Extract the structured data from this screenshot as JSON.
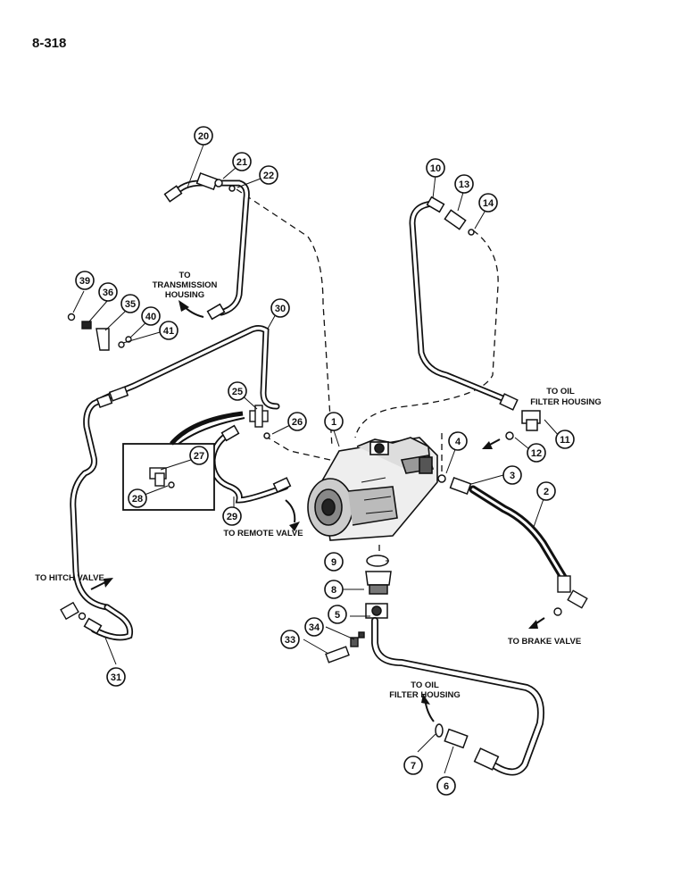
{
  "page": {
    "number": "8-318"
  },
  "destinations": {
    "transmission": [
      "TO",
      "TRANSMISSION",
      "HOUSING"
    ],
    "oil_filter_upper": [
      "TO OIL",
      "FILTER HOUSING"
    ],
    "remote_valve": "TO REMOTE VALVE",
    "hitch_valve": "TO HITCH VALVE",
    "brake_valve": "TO BRAKE VALVE",
    "oil_filter_lower": [
      "TO OIL",
      "FILTER HOUSING"
    ]
  },
  "callouts": [
    "1",
    "2",
    "3",
    "4",
    "5",
    "6",
    "7",
    "8",
    "9",
    "10",
    "11",
    "12",
    "13",
    "14",
    "20",
    "21",
    "22",
    "25",
    "26",
    "27",
    "28",
    "29",
    "30",
    "31",
    "33",
    "34",
    "35",
    "36",
    "39",
    "40",
    "41"
  ],
  "colors": {
    "ink": "#111111",
    "paper": "#ffffff"
  }
}
